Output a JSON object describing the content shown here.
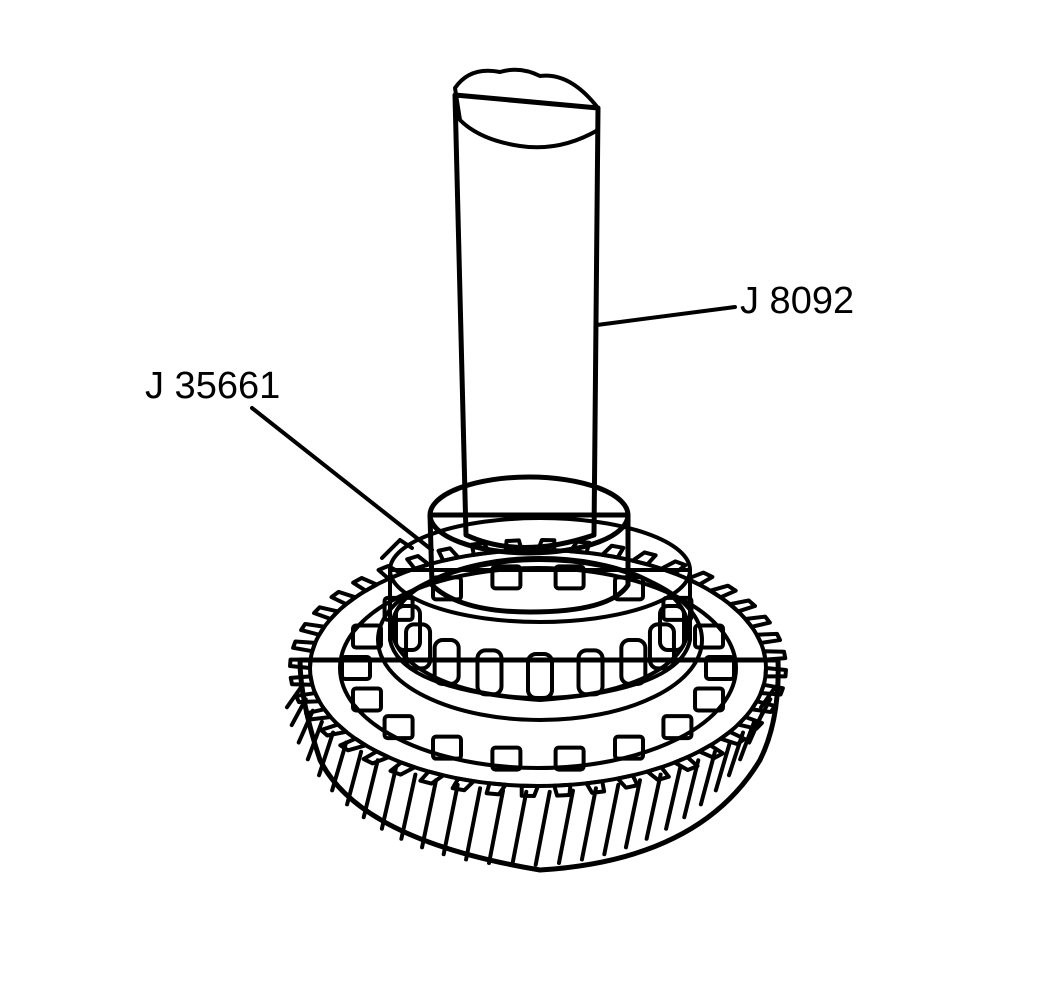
{
  "labels": {
    "driver_handle": "J 8092",
    "bearing_installer": "J 35661"
  },
  "gear": {
    "teeth_outer": 44,
    "bearing_rollers": 16,
    "clutch_teeth": 18
  },
  "colors": {
    "ink": "#000000",
    "paper": "#ffffff",
    "stipple": "#9a9a9a"
  }
}
